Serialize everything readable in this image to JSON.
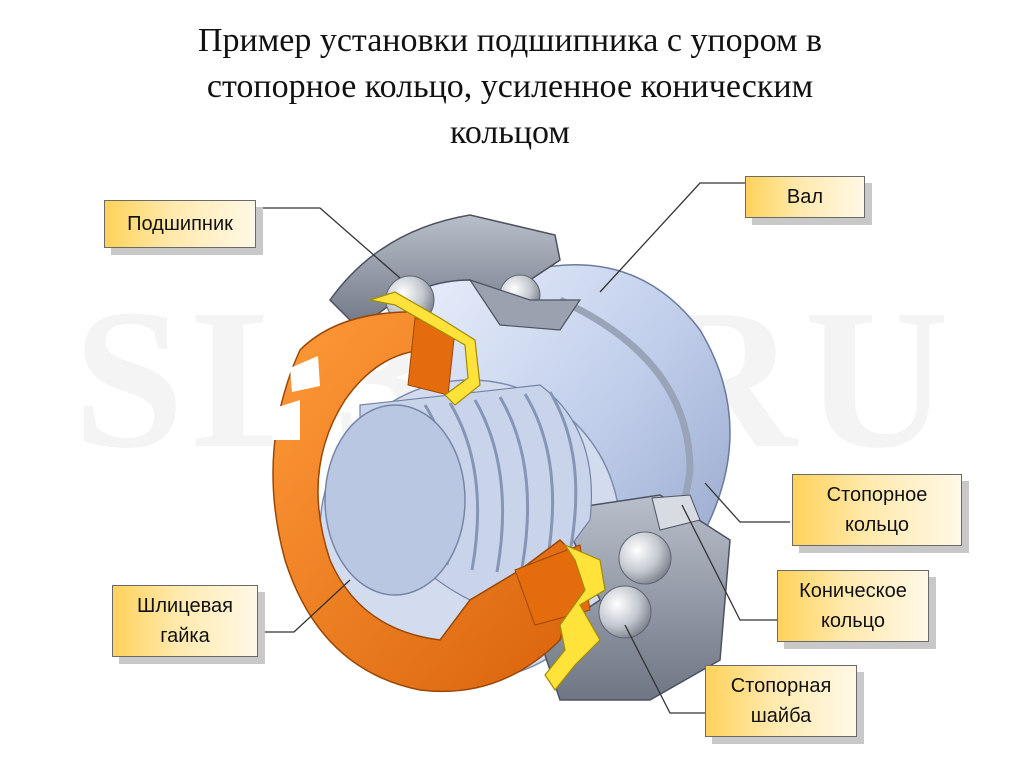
{
  "title": {
    "line1": "Пример установки подшипника с упором  в",
    "line2": "стопорное кольцо, усиленное коническим",
    "line3": "кольцом"
  },
  "watermark": "SL3D.RU",
  "labels": {
    "bearing": "Подшипник",
    "shaft": "Вал",
    "retaining_ring": {
      "line1": "Стопорное",
      "line2": "кольцо"
    },
    "conical_ring": {
      "line1": "Коническое",
      "line2": "кольцо"
    },
    "slotted_nut": {
      "line1": "Шлицевая",
      "line2": "гайка"
    },
    "lock_washer": {
      "line1": "Стопорная",
      "line2": "шайба"
    }
  },
  "colors": {
    "label_fill": "#ffd25a",
    "nut": "#f07a10",
    "washer": "#ffe23a",
    "shaft": "#c5d3ee",
    "bearing_ring": "#8e96a4"
  }
}
